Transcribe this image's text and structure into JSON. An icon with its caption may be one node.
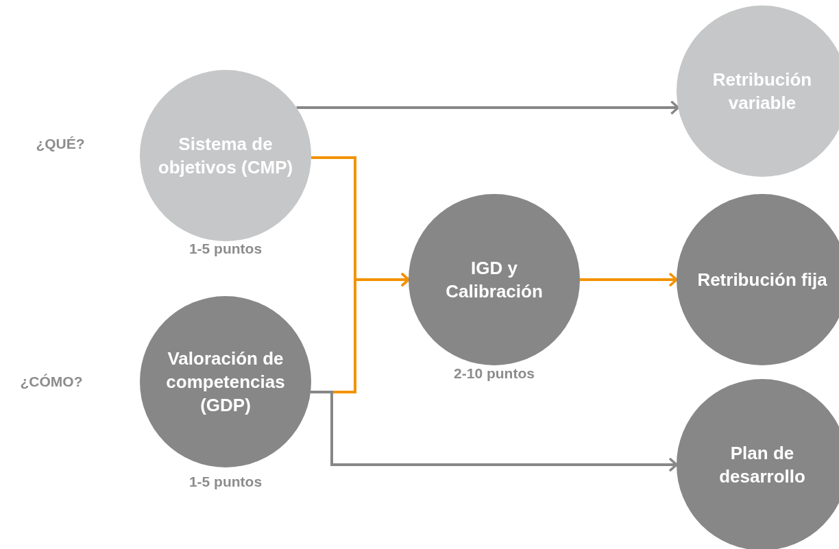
{
  "diagram": {
    "nodes": [
      {
        "text": [
          "Sistema de objetivos (CMP)"
        ],
        "beside": [
          "1-5 puntos"
        ]
      },
      {
        "text": [
          "Valoración de competencias (GDP)"
        ],
        "beside": [
          "1-5 puntos"
        ]
      },
      {
        "text": [
          "IGD y Calibración"
        ],
        "beside": [
          "2-10 puntos"
        ]
      },
      {
        "text": [
          "Retribución variable"
        ]
      },
      {
        "text": [
          "Retribución fija"
        ]
      },
      {
        "text": [
          "Plan de desarrollo"
        ]
      }
    ],
    "edges": [
      {
        "from": 0,
        "to": 3,
        "arrow": "to",
        "color": "#878787"
      },
      {
        "from": 0,
        "to": 2,
        "arrow": "to"
      },
      {
        "from": 1,
        "to": 2,
        "arrow": "to"
      },
      {
        "from": 2,
        "to": 4,
        "arrow": "to"
      },
      {
        "from": 1,
        "to": 5,
        "arrow": "to",
        "color": "#878787"
      }
    ],
    "labels": [
      "¿QUÉ?",
      "¿CÓMO?"
    ]
  }
}
